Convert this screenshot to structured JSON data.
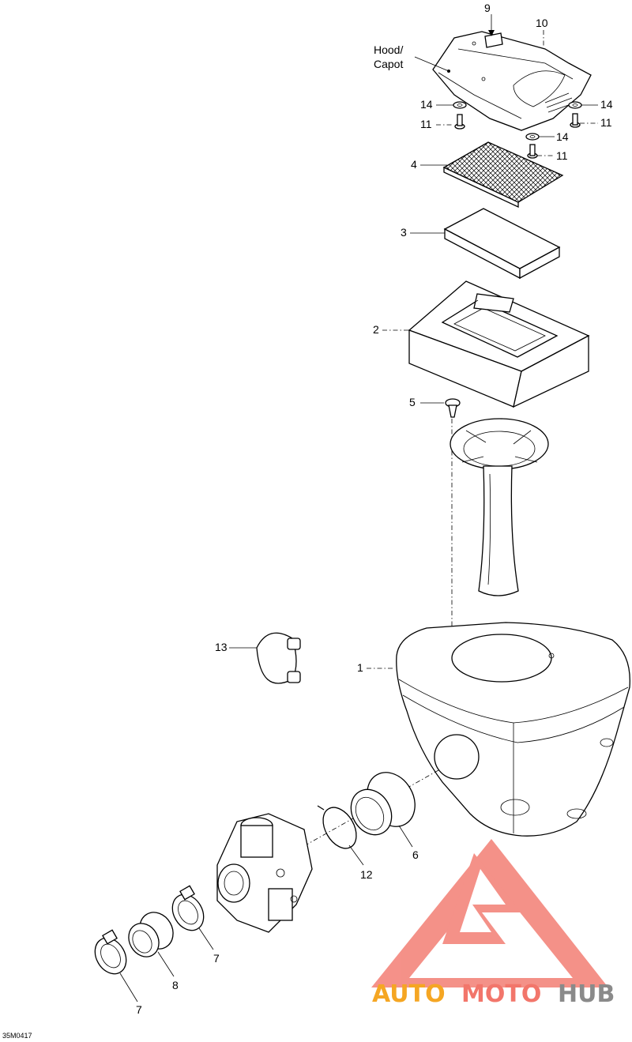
{
  "diagram": {
    "hood_label_line1": "Hood/",
    "hood_label_line2": "Capot",
    "figure_code": "35M0417",
    "callouts": {
      "c9": "9",
      "c10": "10",
      "c14a": "14",
      "c11a": "11",
      "c14b": "14",
      "c11b": "11",
      "c14c": "14",
      "c11c": "11",
      "c4": "4",
      "c3": "3",
      "c2": "2",
      "c5": "5",
      "c13": "13",
      "c1": "1",
      "c6": "6",
      "c12": "12",
      "c7a": "7",
      "c8": "8",
      "c7b": "7"
    }
  },
  "watermark": {
    "text_part1": "AUTO",
    "text_part2": "MOTO",
    "text_part3": "HUB",
    "colors": {
      "logo": "#f2766b",
      "orange": "#f5a623",
      "gray": "#8a8a8a"
    }
  }
}
